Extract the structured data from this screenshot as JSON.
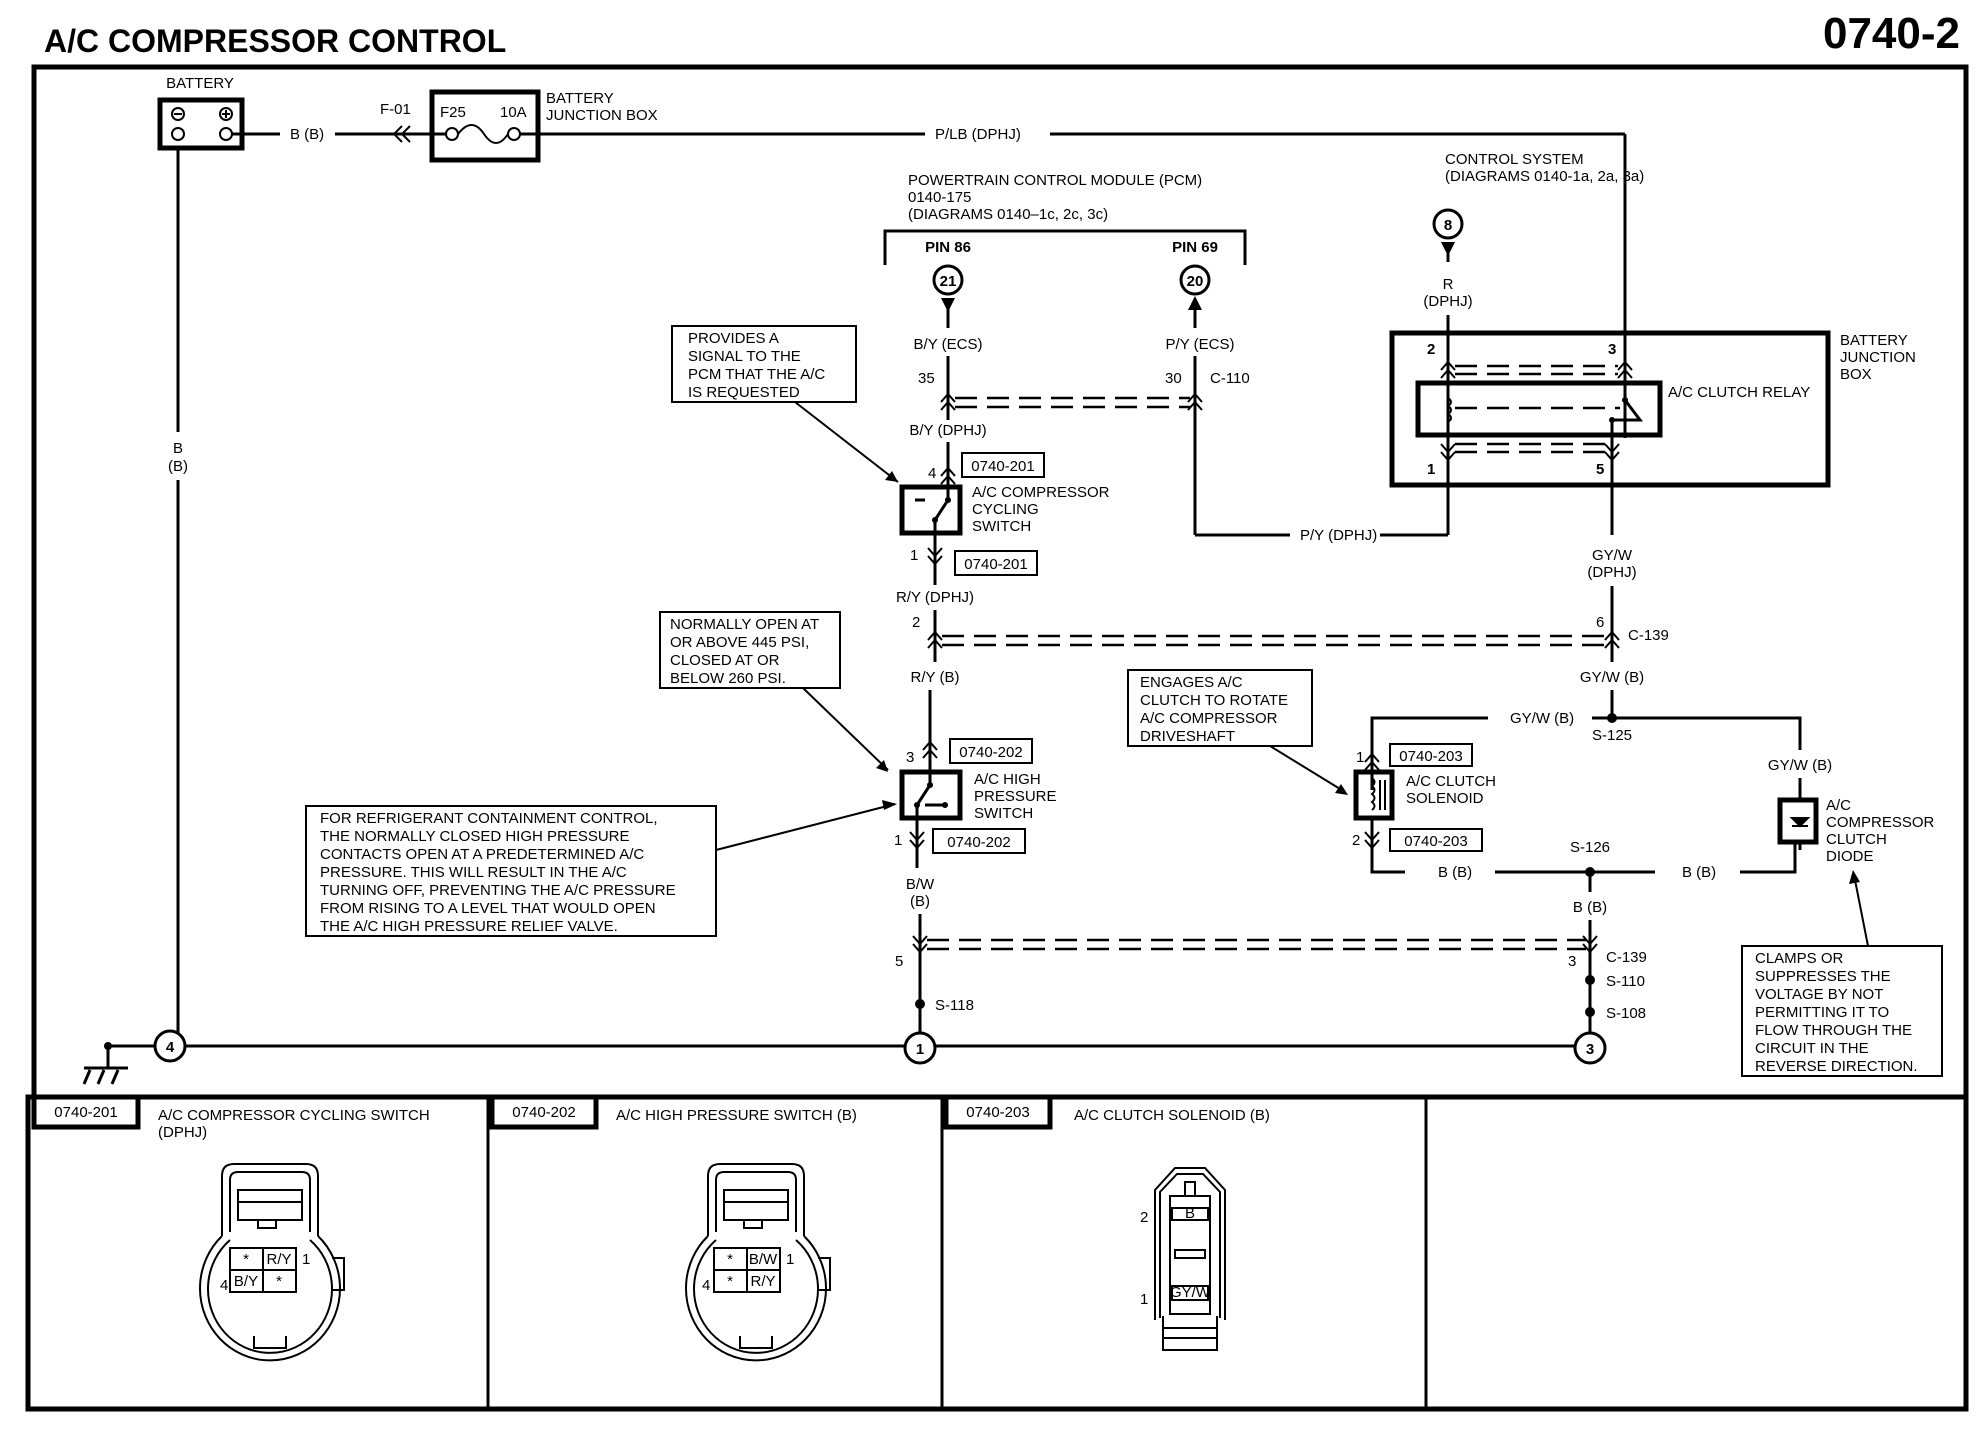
{
  "header": {
    "title": "A/C COMPRESSOR CONTROL",
    "page_number": "0740-2"
  },
  "components": {
    "battery": {
      "label": "BATTERY",
      "neg": "⊖",
      "pos": "⊕"
    },
    "fuse": {
      "connector": "F-01",
      "id": "F25",
      "rating": "10A",
      "location_line1": "BATTERY",
      "location_line2": "JUNCTION  BOX"
    },
    "pcm": {
      "line1": "POWERTRAIN CONTROL MODULE (PCM)",
      "line2": "0140-175",
      "line3": "(DIAGRAMS 0140–1c, 2c, 3c)",
      "pin_a": "PIN 86",
      "pin_b": "PIN 69",
      "ref_a": "21",
      "ref_b": "20"
    },
    "control_system": {
      "line1": "CONTROL SYSTEM",
      "line2": "(DIAGRAMS 0140-1a, 2a, 3a)",
      "ref": "8"
    },
    "relay": {
      "label": "A/C CLUTCH RELAY",
      "box_line1": "BATTERY",
      "box_line2": "JUNCTION",
      "box_line3": "BOX",
      "pin2": "2",
      "pin3": "3",
      "pin1": "1",
      "pin5": "5"
    },
    "cycling_switch": {
      "line1": "A/C COMPRESSOR",
      "line2": "CYCLING",
      "line3": "SWITCH",
      "ref_top": "0740-201",
      "ref_bottom": "0740-201",
      "pin_top": "4",
      "pin_bottom": "1"
    },
    "hp_switch": {
      "line1": "A/C HIGH",
      "line2": "PRESSURE",
      "line3": "SWITCH",
      "ref_top": "0740-202",
      "ref_bottom": "0740-202",
      "pin_top": "3",
      "pin_bottom": "1"
    },
    "clutch_solenoid": {
      "line1": "A/C CLUTCH",
      "line2": "SOLENOID",
      "ref_top": "0740-203",
      "ref_bottom": "0740-203",
      "pin_top": "1",
      "pin_bottom": "2"
    },
    "diode": {
      "line1": "A/C",
      "line2": "COMPRESSOR",
      "line3": "CLUTCH",
      "line4": "DIODE"
    }
  },
  "wires": {
    "batt_out": "B (B)",
    "plb": "P/LB (DPHJ)",
    "batt_ground_1": "B",
    "batt_ground_2": "(B)",
    "by_ecs": "B/Y (ECS)",
    "py_ecs": "P/Y (ECS)",
    "by_dphj": "B/Y (DPHJ)",
    "ry_dphj": "R/Y (DPHJ)",
    "ry_b": "R/Y (B)",
    "bw_1": "B/W",
    "bw_2": "(B)",
    "r_1": "R",
    "r_2": "(DPHJ)",
    "py_dphj": "P/Y (DPHJ)",
    "gyw_dphj_1": "GY/W",
    "gyw_dphj_2": "(DPHJ)",
    "gyw_b_vert": "GY/W (B)",
    "gyw_b_horiz": "GY/W (B)",
    "gyw_b_diode": "GY/W (B)",
    "bb_solenoid": "B (B)",
    "bb_diode": "B (B)",
    "bb_vert": "B (B)"
  },
  "connectors": {
    "c110": "C-110",
    "c110_pin_a": "35",
    "c110_pin_b": "30",
    "c139_top": "C-139",
    "c139_pin_a": "2",
    "c139_pin_b": "6",
    "c139_bot": "C-139",
    "c139_bot_pin_a": "5",
    "c139_bot_pin_b": "3"
  },
  "splices": {
    "s125": "S-125",
    "s126": "S-126",
    "s118": "S-118",
    "s110": "S-110",
    "s108": "S-108"
  },
  "grounds": {
    "g4": "4",
    "g1": "1",
    "g3": "3"
  },
  "notes": {
    "cycling": [
      "PROVIDES A",
      "SIGNAL TO THE",
      "PCM THAT THE A/C",
      "IS REQUESTED"
    ],
    "hp_open": [
      "NORMALLY OPEN AT",
      "OR ABOVE 445 PSI,",
      "CLOSED AT OR",
      "BELOW 260 PSI."
    ],
    "refrigerant": [
      "FOR REFRIGERANT CONTAINMENT CONTROL,",
      "THE NORMALLY CLOSED HIGH PRESSURE",
      "CONTACTS OPEN AT A PREDETERMINED A/C",
      "PRESSURE. THIS WILL RESULT IN THE A/C",
      "TURNING OFF, PREVENTING THE A/C PRESSURE",
      "FROM RISING TO A LEVEL THAT WOULD OPEN",
      "THE A/C HIGH PRESSURE RELIEF VALVE."
    ],
    "solenoid": [
      "ENGAGES A/C",
      "CLUTCH TO ROTATE",
      "A/C COMPRESSOR",
      "DRIVESHAFT"
    ],
    "diode": [
      "CLAMPS OR",
      "SUPPRESSES THE",
      "VOLTAGE BY NOT",
      "PERMITTING IT TO",
      "FLOW THROUGH THE",
      "CIRCUIT IN THE",
      "REVERSE DIRECTION."
    ]
  },
  "connector_views": [
    {
      "ref": "0740-201",
      "title_line1": "A/C COMPRESSOR CYCLING SWITCH",
      "title_line2": "(DPHJ)",
      "cells": [
        "*",
        "R/Y",
        "B/Y",
        "*"
      ],
      "pin_left": "4",
      "pin_right": "1"
    },
    {
      "ref": "0740-202",
      "title_line1": "A/C HIGH PRESSURE SWITCH (B)",
      "title_line2": "",
      "cells": [
        "*",
        "B/W",
        "*",
        "R/Y"
      ],
      "pin_left": "4",
      "pin_right": "1"
    },
    {
      "ref": "0740-203",
      "title_line1": "A/C CLUTCH SOLENOID (B)",
      "title_line2": "",
      "cells": [
        "B",
        "",
        "GY/W"
      ],
      "pin_top": "2",
      "pin_bottom": "1"
    }
  ]
}
